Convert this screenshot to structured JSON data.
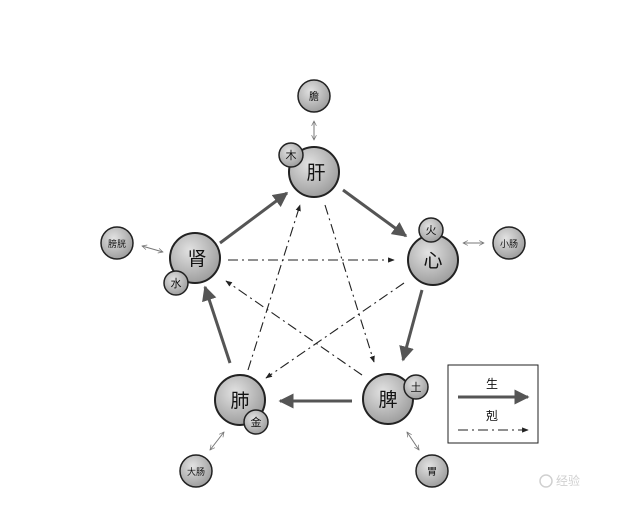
{
  "organs": {
    "liver": "肝",
    "heart": "心",
    "spleen": "脾",
    "lung": "肺",
    "kidney": "肾"
  },
  "elements": {
    "wood": "木",
    "fire": "火",
    "earth": "土",
    "metal": "金",
    "water": "水"
  },
  "viscera": {
    "gallbladder": "膽",
    "small_intestine": "小肠",
    "stomach": "胃",
    "large_intestine": "大肠",
    "bladder": "膀胱"
  },
  "legend": {
    "generate": "生",
    "restrain": "剋"
  },
  "watermark": "经验",
  "colors": {
    "node_fill": "#a4a4a4",
    "node_stroke": "#222222",
    "arrow": "#555555"
  }
}
